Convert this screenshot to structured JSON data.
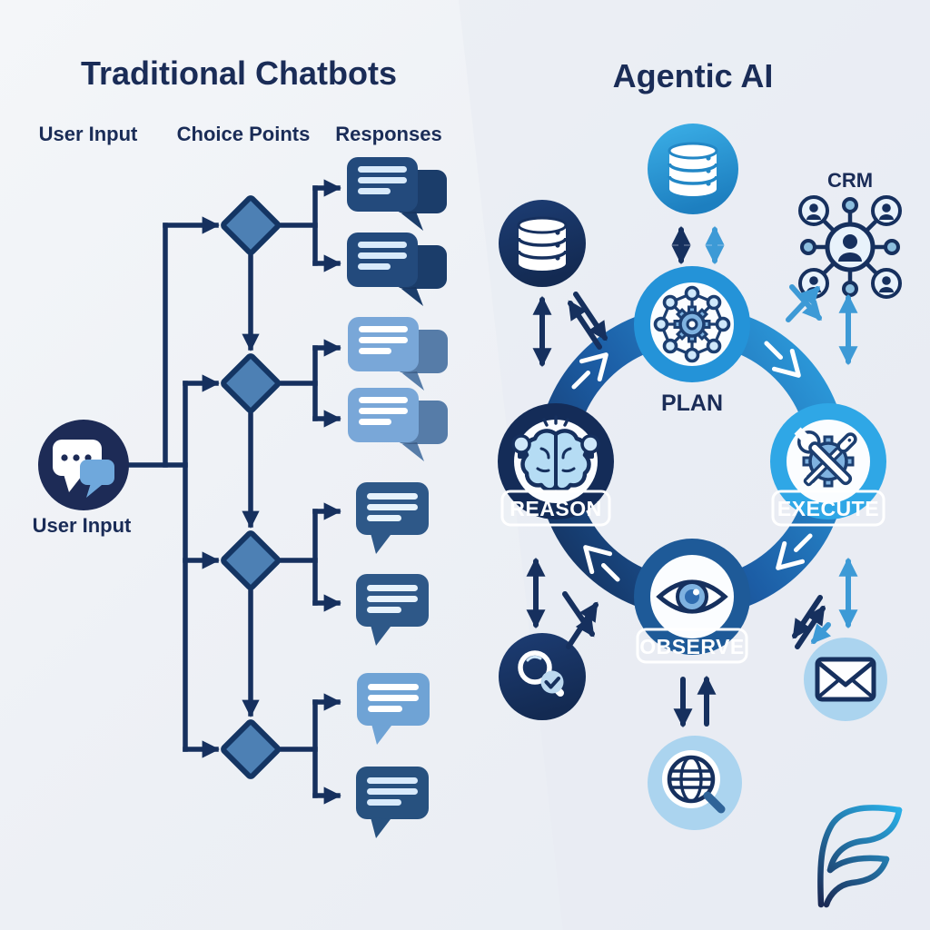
{
  "left": {
    "title": "Traditional Chatbots",
    "columns": [
      "User Input",
      "Choice Points",
      "Responses"
    ],
    "user_input_label": "User Input"
  },
  "right": {
    "title": "Agentic AI",
    "crm_label": "CRM",
    "cycle_nodes": [
      {
        "id": "plan",
        "label": "PLAN"
      },
      {
        "id": "execute",
        "label": "EXECUTE"
      },
      {
        "id": "observe",
        "label": "OBSERVE"
      },
      {
        "id": "reason",
        "label": "REASON"
      }
    ]
  },
  "icons": {
    "user-input-chat-icon": "chat bubbles with dots",
    "decision-diamond": "flowchart choice point",
    "response-bubble": "speech bubble",
    "database-icon": "cylinder database",
    "crm-network-icon": "people network",
    "plan-gear-network-icon": "gear with connected nodes",
    "execute-tools-icon": "crossed wrench and screwdriver on gear",
    "observe-eye-icon": "eye",
    "reason-brain-icon": "brain with lightbulbs",
    "search-check-icon": "magnifier with checkmark",
    "email-icon": "envelope",
    "web-search-icon": "globe with magnifier",
    "brand-logo": "stylized F mark"
  },
  "colors": {
    "background": "#eef1f6",
    "navy": "#16305e",
    "title_text": "#1a2c57",
    "diamond_fill": "#4d80b4",
    "bubble_dark": "#234a7c",
    "bubble_mid": "#2e5888",
    "bubble_light": "#79a7d8",
    "ring_dark": "#13294f",
    "ring_mid": "#1c5da5",
    "ring_bright": "#2fa7e6",
    "bright_circle": "#2f9fdc",
    "light_circle": "#abd4ef",
    "light_arrow": "#3d9ad6"
  }
}
